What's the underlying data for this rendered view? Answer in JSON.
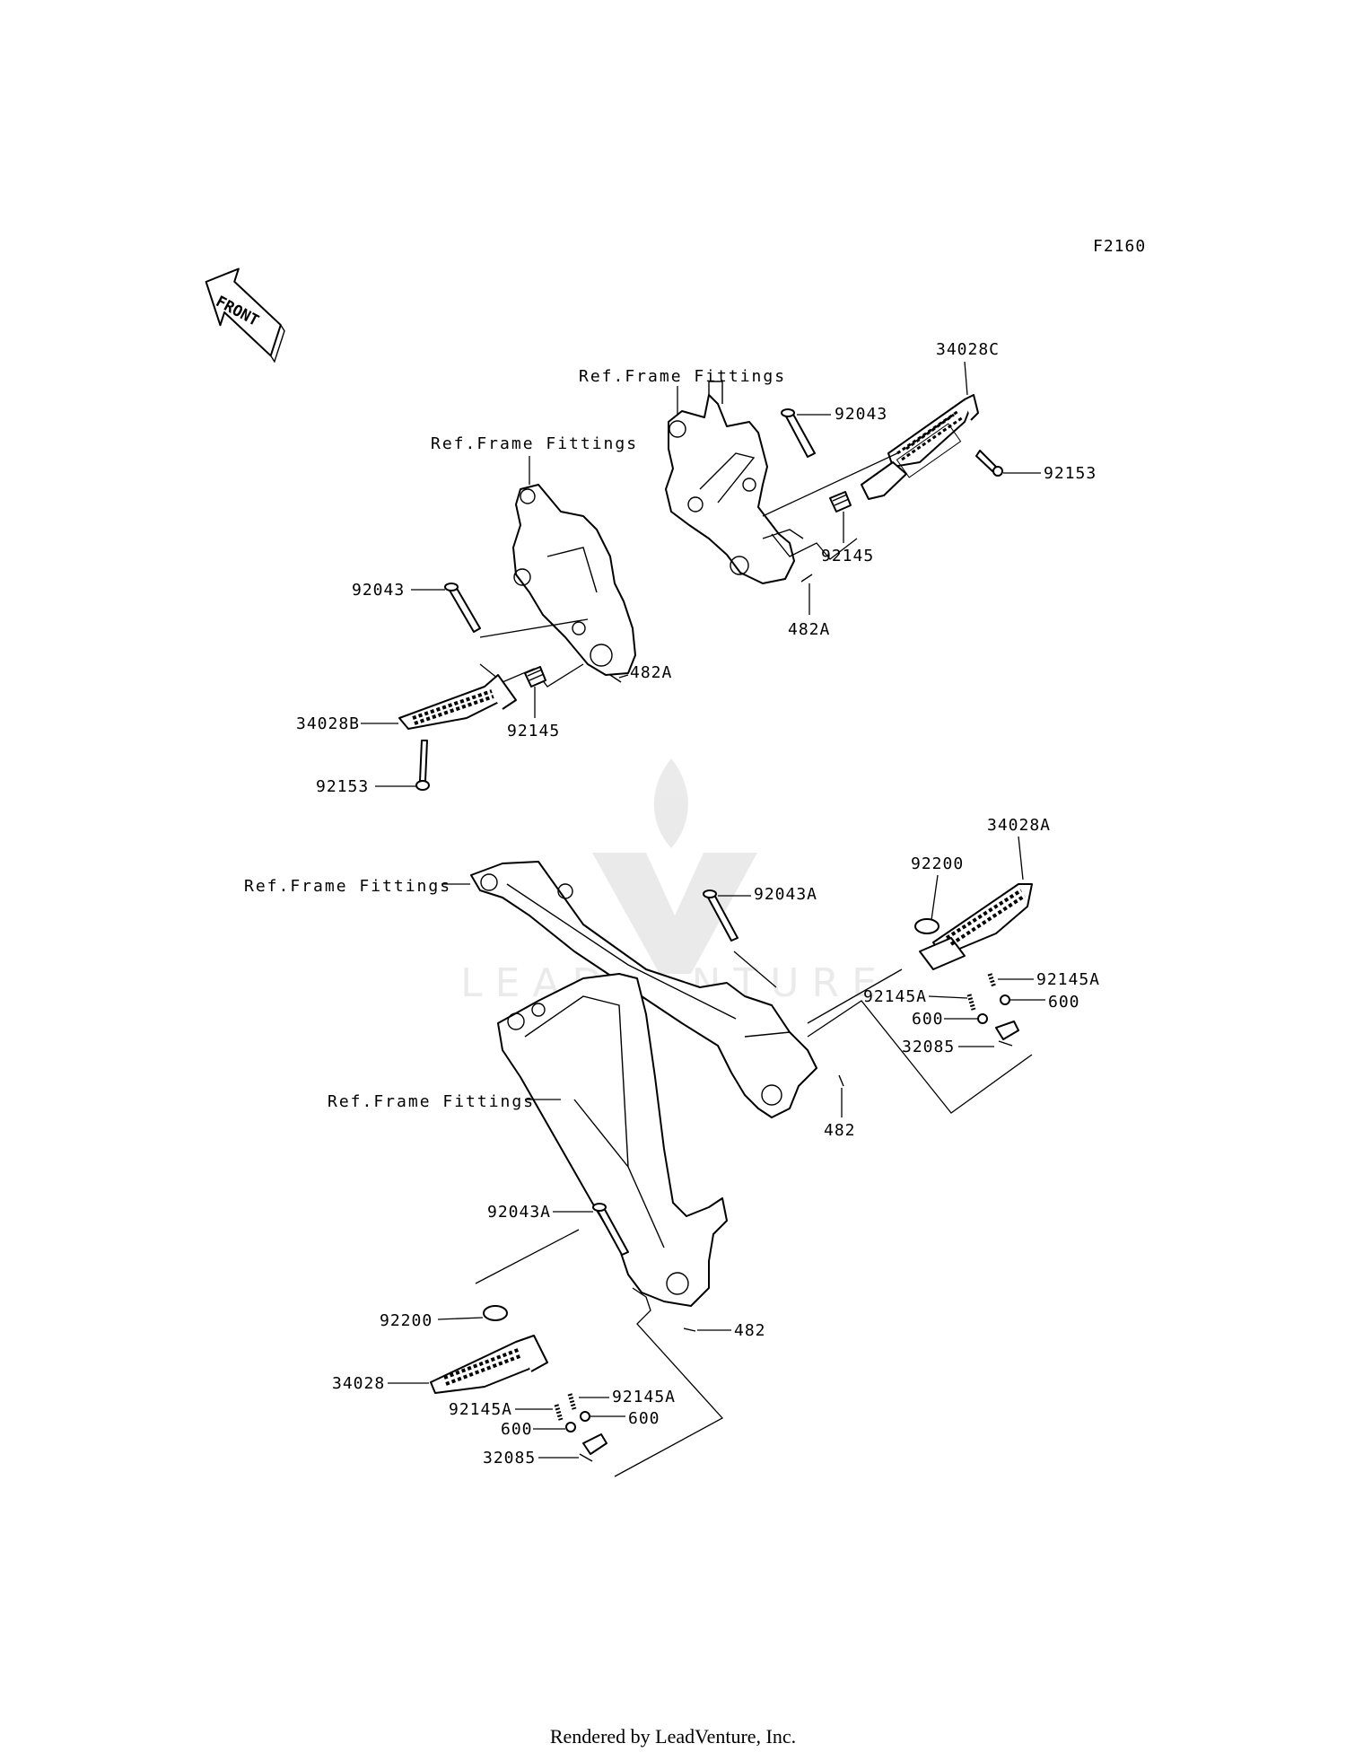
{
  "diagram_code": "F2160",
  "front_arrow": {
    "text": "FRONT",
    "icon": "front-arrow-icon"
  },
  "labels": {
    "ref_frame_upper_right": "Ref.Frame Fittings",
    "ref_frame_upper_left": "Ref.Frame Fittings",
    "ref_frame_lower_right": "Ref.Frame Fittings",
    "ref_frame_lower_left": "Ref.Frame Fittings",
    "p34028C": "34028C",
    "p92043_ur": "92043",
    "p92153_ur": "92153",
    "p92145_ur": "92145",
    "p482A_ur": "482A",
    "p92043_ul": "92043",
    "p482A_ul": "482A",
    "p34028B": "34028B",
    "p92145_ul": "92145",
    "p92153_ul": "92153",
    "p34028A": "34028A",
    "p92200_r": "92200",
    "p92043A_r": "92043A",
    "p92145A_r1": "92145A",
    "p92145A_r2": "92145A",
    "p600_r1": "600",
    "p600_r2": "600",
    "p32085_r": "32085",
    "p482_r": "482",
    "p92043A_l": "92043A",
    "p482_l": "482",
    "p92200_l": "92200",
    "p34028": "34028",
    "p92145A_l1": "92145A",
    "p92145A_l2": "92145A",
    "p600_l1": "600",
    "p600_l2": "600",
    "p32085_l": "32085"
  },
  "watermark": "LEADVENTURE",
  "footer": "Rendered by LeadVenture, Inc."
}
